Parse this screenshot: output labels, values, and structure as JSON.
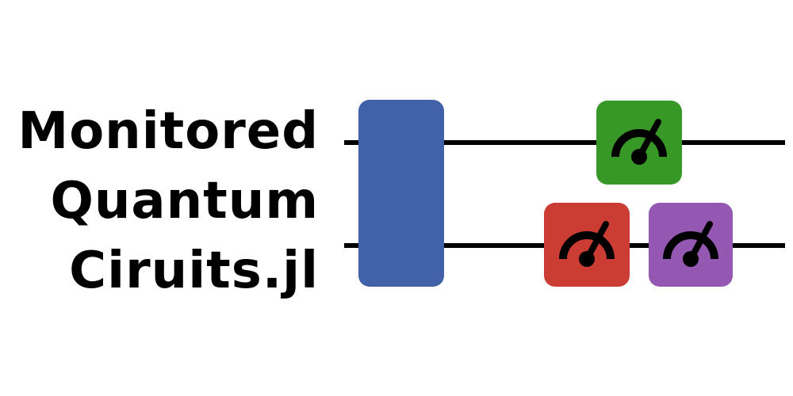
{
  "title": {
    "line1": "Monitored",
    "line2": "Quantum",
    "line3": "Ciruits.jl"
  },
  "colors": {
    "wire": "#000000",
    "unitary_gate": "#4161A9",
    "measure_top": "#389826",
    "measure_bottom_left": "#CB3C33",
    "measure_bottom_right": "#9558B2",
    "meter_glyph": "#000000"
  },
  "circuit": {
    "wires": [
      "qubit-1",
      "qubit-2"
    ],
    "gates": [
      {
        "kind": "unitary",
        "span": [
          "qubit-1",
          "qubit-2"
        ],
        "color_key": "unitary_gate"
      },
      {
        "kind": "measurement",
        "wire": "qubit-1",
        "icon": "meter-icon",
        "color_key": "measure_top"
      },
      {
        "kind": "measurement",
        "wire": "qubit-2",
        "icon": "meter-icon",
        "color_key": "measure_bottom_left"
      },
      {
        "kind": "measurement",
        "wire": "qubit-2",
        "icon": "meter-icon",
        "color_key": "measure_bottom_right"
      }
    ]
  }
}
